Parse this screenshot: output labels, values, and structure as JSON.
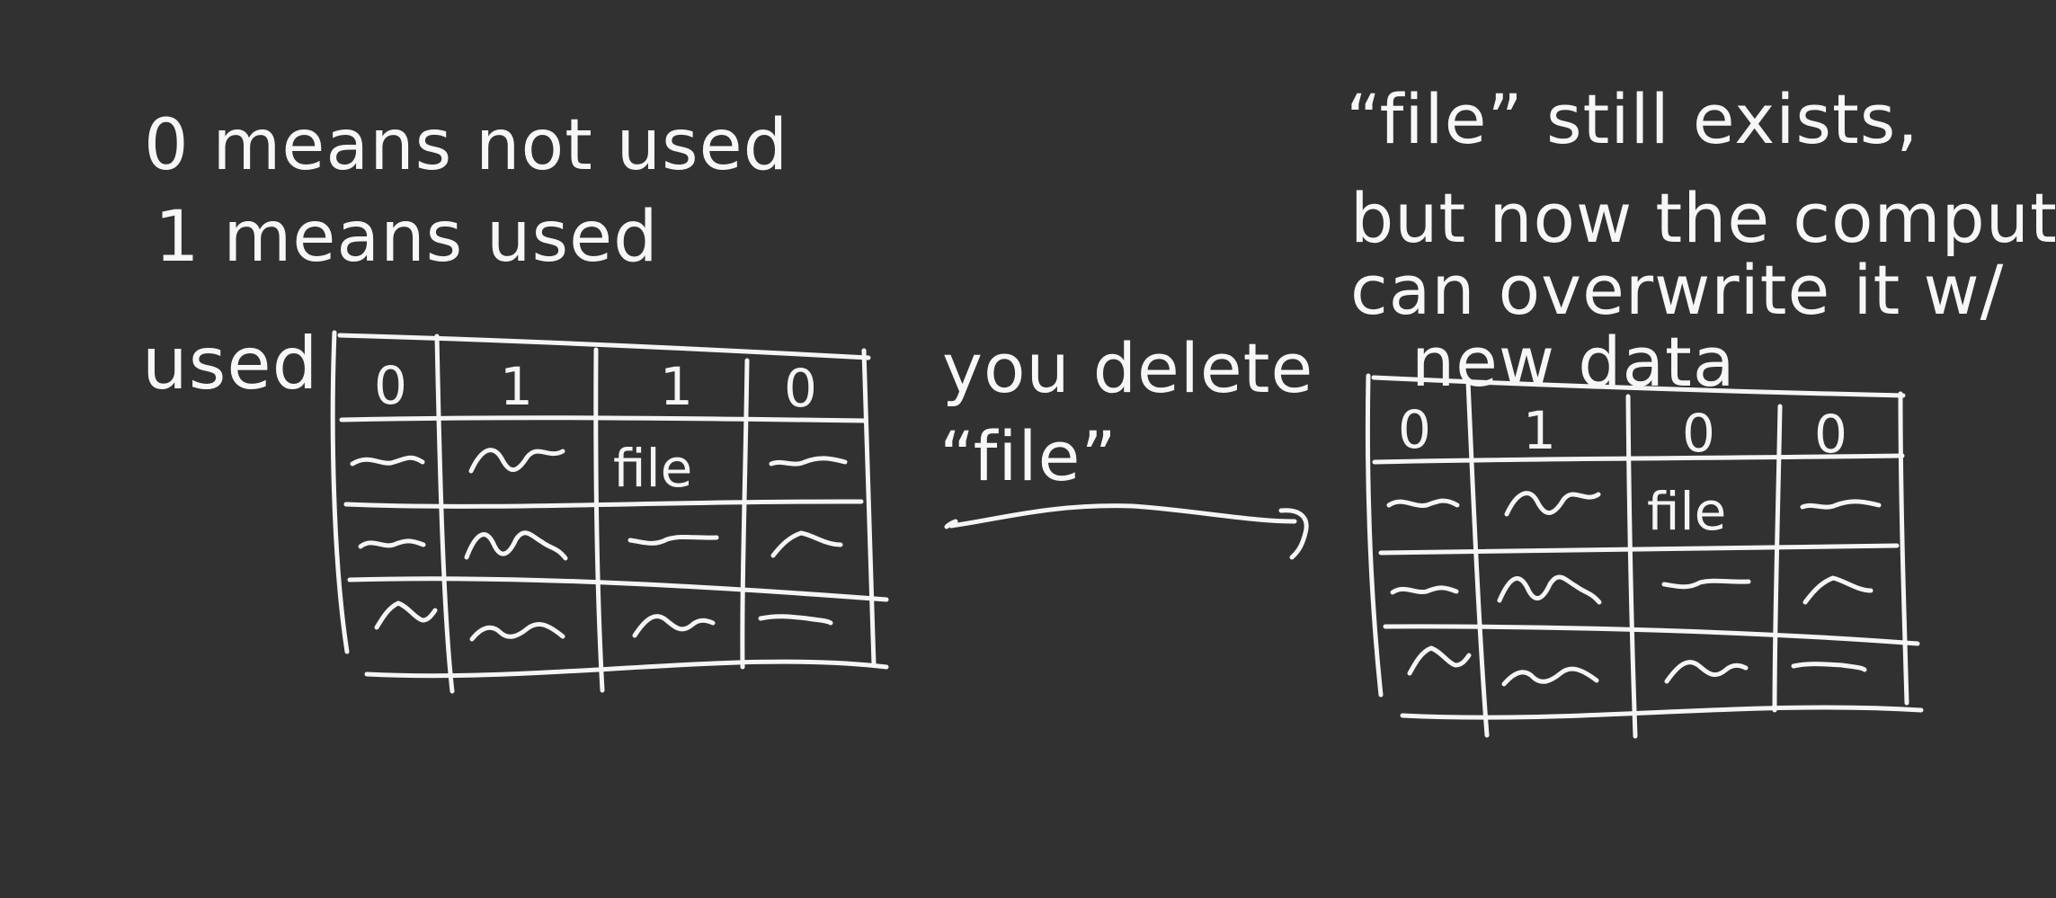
{
  "legend": {
    "line_0": "0 means not used",
    "line_1": "1 means used"
  },
  "left_table": {
    "row_label": "used",
    "header": [
      "0",
      "1",
      "1",
      "0"
    ],
    "file_label": "file"
  },
  "arrow": {
    "line_1": "you delete",
    "line_2": "“file”"
  },
  "right_note": {
    "line_1": "“file” still exists,",
    "line_2": "but now the computer",
    "line_3": "can overwrite it w/",
    "line_4": "new data"
  },
  "right_table": {
    "header": [
      "0",
      "1",
      "0",
      "0"
    ],
    "file_label": "file"
  }
}
